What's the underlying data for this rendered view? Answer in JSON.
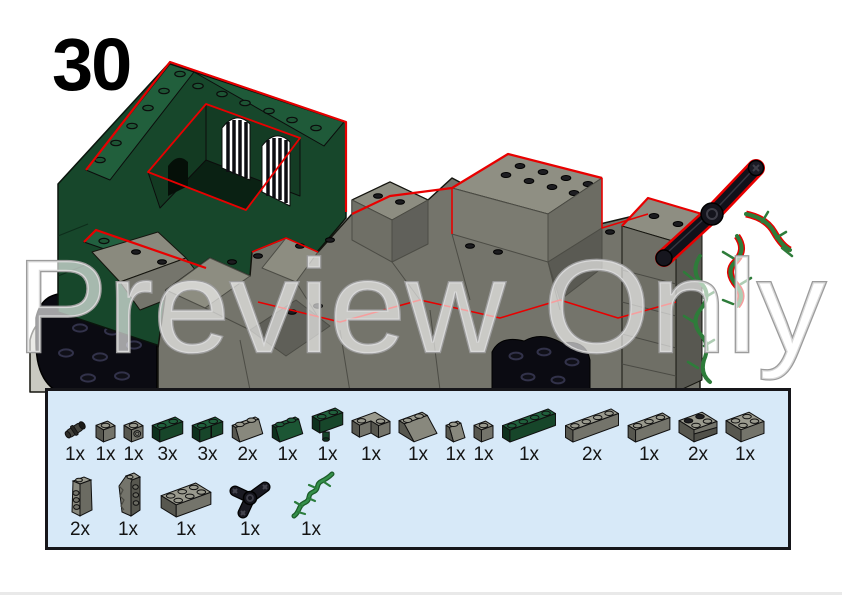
{
  "step_number": "30",
  "watermark": "Preview Only",
  "colors": {
    "box_fill": "#d7e9f8",
    "outline_red": "#e80000",
    "dark_green": "#1f5c38",
    "dark_gray": "#74746b",
    "black_piece": "#0b0b12"
  },
  "parts_row1": [
    {
      "name": "part-technic-pin",
      "qty": "1x",
      "type": "pin",
      "color": "gray"
    },
    {
      "name": "part-brick-1x1",
      "qty": "1x",
      "type": "brick",
      "cols": 1,
      "rows": 1,
      "color": "gray"
    },
    {
      "name": "part-brick-1x1-side-stud",
      "qty": "1x",
      "type": "sidestud",
      "color": "gray"
    },
    {
      "name": "part-brick-1x2-green",
      "qty": "3x",
      "type": "brick",
      "cols": 2,
      "rows": 1,
      "color": "green"
    },
    {
      "name": "part-brick-1x2-groove-green",
      "qty": "3x",
      "type": "groove",
      "color": "green"
    },
    {
      "name": "part-slope-1x2-gray",
      "qty": "2x",
      "type": "slope",
      "cols": 2,
      "color": "gray"
    },
    {
      "name": "part-slope-1x2-green",
      "qty": "1x",
      "type": "slope",
      "cols": 2,
      "color": "green"
    },
    {
      "name": "part-brick-1x2-with-pin-green",
      "qty": "1x",
      "type": "pinbrick",
      "color": "green"
    },
    {
      "name": "part-corner-brick-2x2",
      "qty": "1x",
      "type": "corner",
      "color": "gray"
    },
    {
      "name": "part-slope-2x2",
      "qty": "1x",
      "type": "slope2",
      "color": "gray"
    },
    {
      "name": "part-slope-1x1",
      "qty": "1x",
      "type": "slope",
      "cols": 1,
      "color": "gray"
    },
    {
      "name": "part-round-plate-stack-1x2",
      "qty": "1x",
      "type": "palisade",
      "color": "gray"
    },
    {
      "name": "part-brick-1x4-green",
      "qty": "1x",
      "type": "brick",
      "cols": 4,
      "rows": 1,
      "color": "green"
    },
    {
      "name": "part-brick-1x4-gray",
      "qty": "2x",
      "type": "brick",
      "cols": 4,
      "rows": 1,
      "color": "gray"
    },
    {
      "name": "part-brick-1x3-gray",
      "qty": "1x",
      "type": "brick",
      "cols": 3,
      "rows": 1,
      "color": "gray"
    },
    {
      "name": "part-inverted-slope-2x2",
      "qty": "2x",
      "type": "invslope",
      "color": "gray"
    },
    {
      "name": "part-brick-2x2",
      "qty": "1x",
      "type": "brick",
      "cols": 2,
      "rows": 2,
      "color": "gray"
    }
  ],
  "parts_row2": [
    {
      "name": "part-tall-slope-brick",
      "qty": "2x",
      "type": "tallslope",
      "color": "gray"
    },
    {
      "name": "part-rock-panel",
      "qty": "1x",
      "type": "rockpanel",
      "color": "gray"
    },
    {
      "name": "part-brick-2x3",
      "qty": "1x",
      "type": "brick",
      "cols": 3,
      "rows": 2,
      "color": "gray"
    },
    {
      "name": "part-technic-axle-connector",
      "qty": "1x",
      "type": "tripod",
      "color": "black"
    },
    {
      "name": "part-seaweed-plant",
      "qty": "1x",
      "type": "seaweed",
      "color": "green"
    }
  ]
}
